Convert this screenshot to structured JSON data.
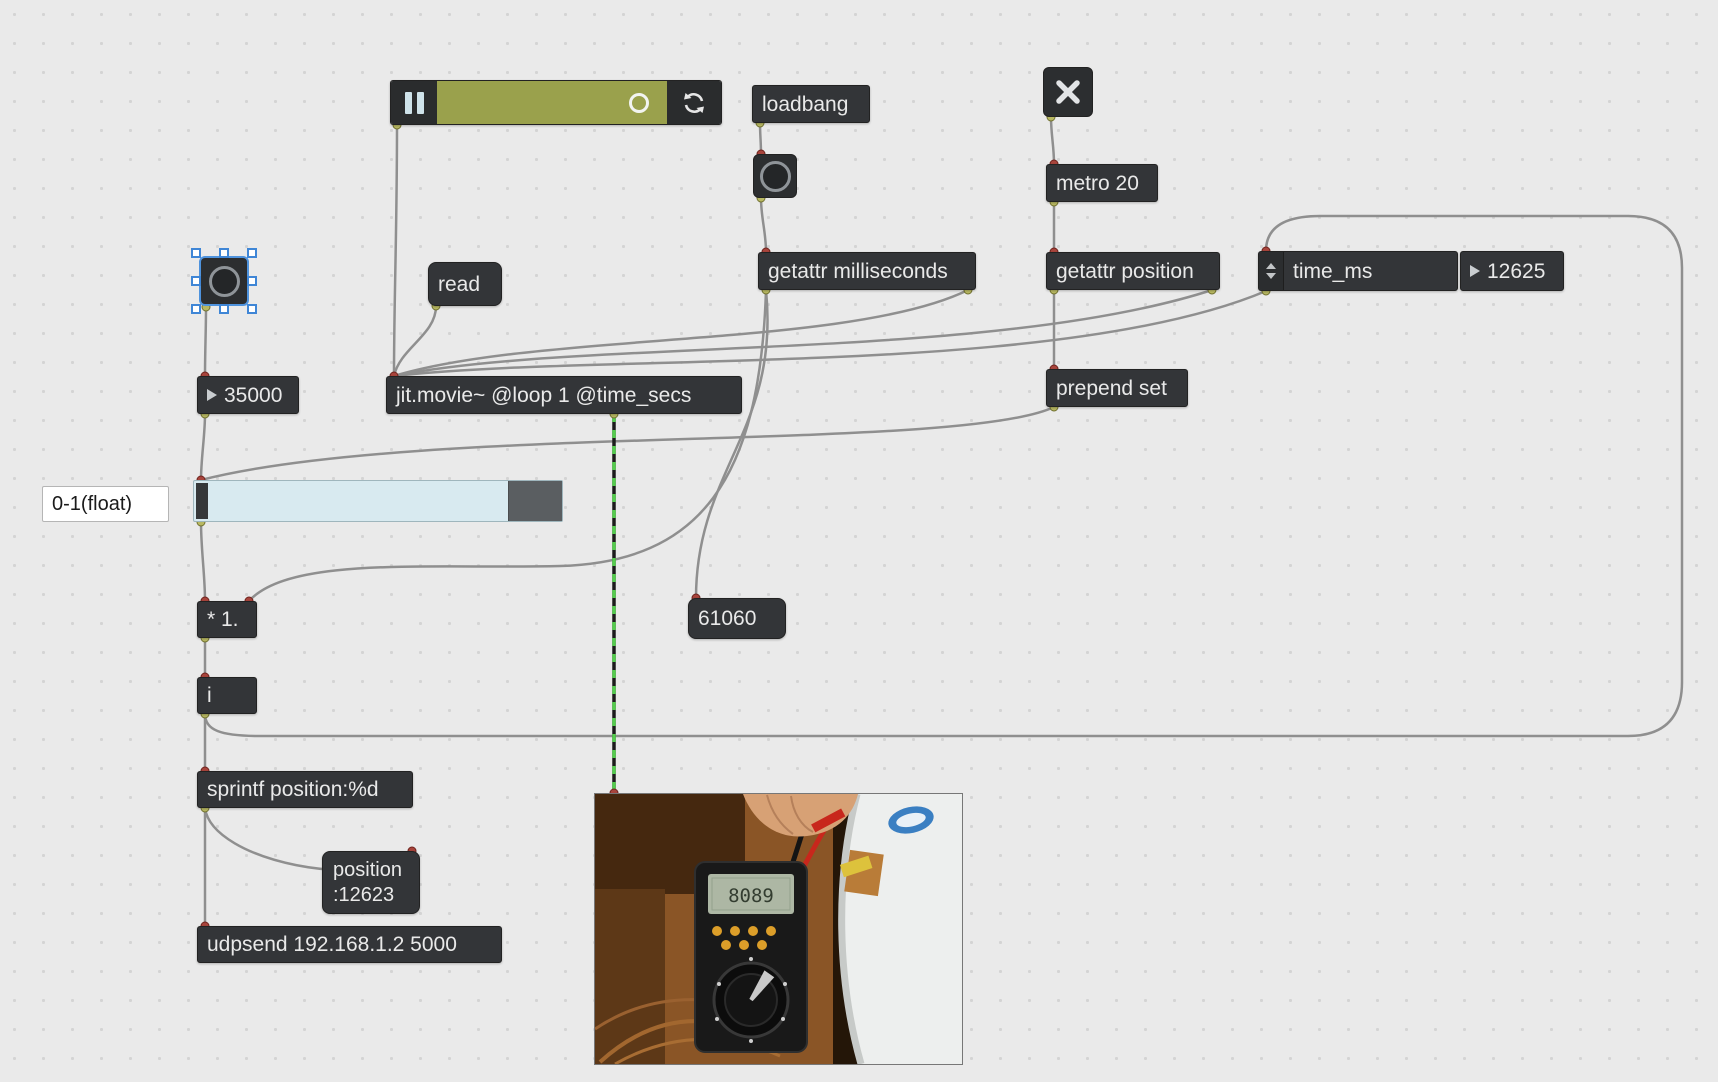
{
  "colors": {
    "background": "#eaeaea",
    "grid_dot": "#d4d4d4",
    "box_background": "#333538",
    "box_text": "#e9e9e9",
    "patch_cord": "#8f8f8f",
    "jit_cord_green": "#55cd4e",
    "selection_blue": "#4f93dd",
    "playbar_track": "#9aa14c",
    "slider_fill": "#d8eaf0"
  },
  "objects": {
    "loadbang": {
      "label": "loadbang"
    },
    "metro": {
      "label": "metro 20"
    },
    "getattr_milliseconds": {
      "label": "getattr milliseconds"
    },
    "getattr_position": {
      "label": "getattr position"
    },
    "attrui": {
      "label": "time_ms"
    },
    "number_time": {
      "value": "12625"
    },
    "read_message": {
      "label": "read"
    },
    "number_start": {
      "value": "35000"
    },
    "jit_movie": {
      "label": "jit.movie~ @loop 1 @time_secs"
    },
    "prepend_set": {
      "label": "prepend set"
    },
    "comment": {
      "label": "0-1(float)"
    },
    "multiply": {
      "label": "* 1."
    },
    "int": {
      "label": "i"
    },
    "duration_message": {
      "label": "61060"
    },
    "sprintf": {
      "label": "sprintf position:%d"
    },
    "position_message": {
      "line1": "position",
      "line2": ":12623"
    },
    "udpsend": {
      "label": "udpsend 192.168.1.2 5000"
    }
  },
  "video": {
    "meter_reading": "8089"
  }
}
